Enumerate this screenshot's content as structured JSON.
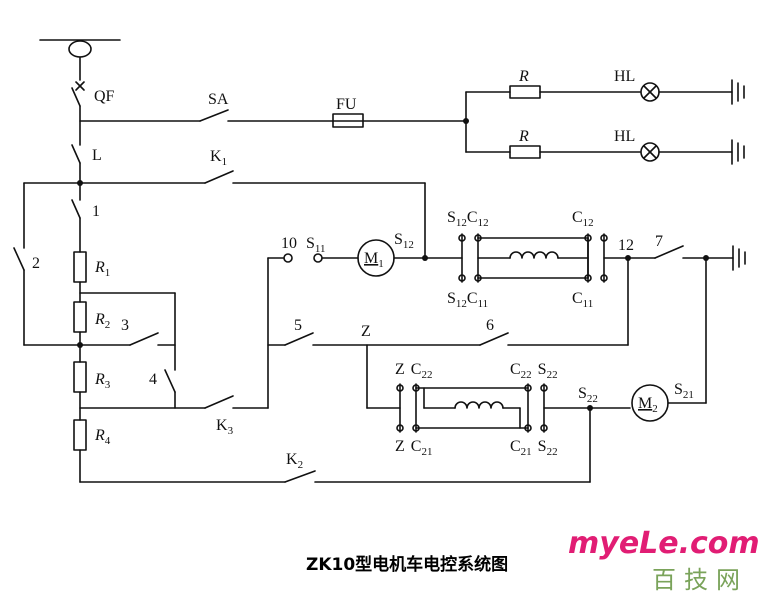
{
  "title": "ZK10型电机车电控系统图",
  "watermark": {
    "site": "myeLe.com",
    "cn": "百技网"
  },
  "labels": {
    "qf": "QF",
    "sa": "SA",
    "fu": "FU",
    "r": "R",
    "hl": "HL",
    "l": "L",
    "k": "K",
    "z": "Z",
    "s": "S",
    "c": "C",
    "m": "M",
    "sw1": "1",
    "sw2": "2",
    "sw3": "3",
    "sw4": "4",
    "sw5": "5",
    "sw6": "6",
    "sw7": "7",
    "sw10": "10",
    "n12": "12",
    "sub1": "1",
    "sub2": "2",
    "sub3": "3",
    "sub4": "4",
    "sub11": "11",
    "sub12": "12",
    "sub21": "21",
    "sub22": "22"
  },
  "colors": {
    "line": "#111111",
    "watermark_pink": "#e11d74",
    "watermark_green": "#7aa35a"
  }
}
